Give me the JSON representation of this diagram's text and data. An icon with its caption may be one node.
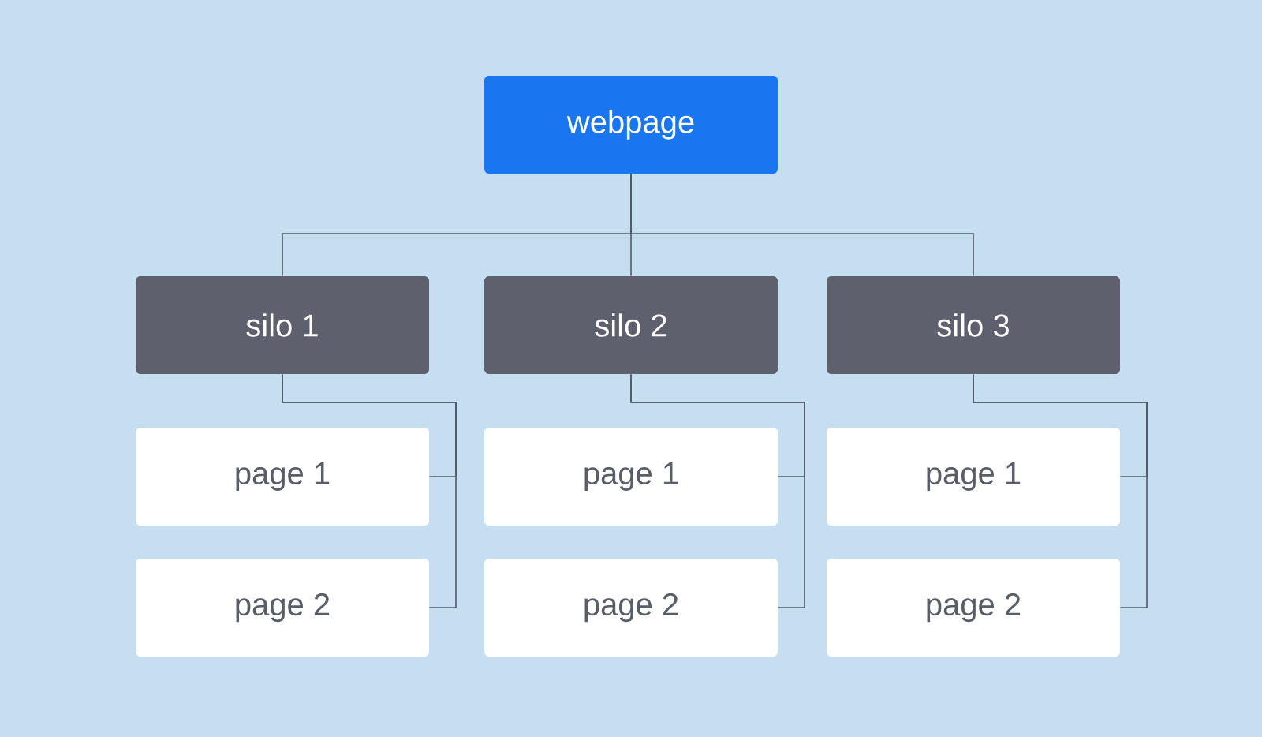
{
  "diagram": {
    "nodes": [
      {
        "text": [
          "webpage"
        ]
      },
      {
        "text": [
          "silo 1"
        ]
      },
      {
        "text": [
          "silo 2"
        ]
      },
      {
        "text": [
          "silo 3"
        ]
      },
      {
        "text": [
          "page 1"
        ]
      },
      {
        "text": [
          "page 1"
        ]
      },
      {
        "text": [
          "page 1"
        ]
      },
      {
        "text": [
          "page 2"
        ]
      },
      {
        "text": [
          "page 2"
        ]
      },
      {
        "text": [
          "page 2"
        ]
      }
    ],
    "edges": [
      {
        "from": 0,
        "to": 1,
        "arrow": "none"
      },
      {
        "from": 0,
        "to": 2,
        "arrow": "none"
      },
      {
        "from": 0,
        "to": 3,
        "arrow": "none"
      },
      {
        "from": 1,
        "to": 4,
        "arrow": "none"
      },
      {
        "from": 1,
        "to": 7,
        "arrow": "none"
      },
      {
        "from": 2,
        "to": 5,
        "arrow": "none"
      },
      {
        "from": 2,
        "to": 8,
        "arrow": "none"
      },
      {
        "from": 3,
        "to": 6,
        "arrow": "none"
      },
      {
        "from": 3,
        "to": 9,
        "arrow": "none"
      }
    ]
  }
}
